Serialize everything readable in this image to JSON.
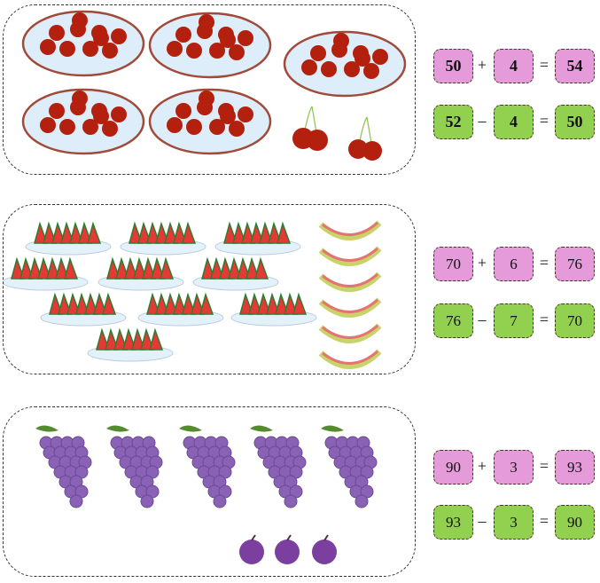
{
  "panels": [
    {
      "fruit": "cherry",
      "plates": 5,
      "extra": 2
    },
    {
      "fruit": "watermelon",
      "plates": 10,
      "extra": 6
    },
    {
      "fruit": "grape",
      "bunches": 5,
      "extra": 3
    }
  ],
  "equations": [
    {
      "a": "50",
      "op": "+",
      "b": "4",
      "eq": "=",
      "r": "54"
    },
    {
      "a": "52",
      "op": "–",
      "b": "4",
      "eq": "=",
      "r": "50"
    },
    {
      "a": "70",
      "op": "+",
      "b": "6",
      "eq": "=",
      "r": "76"
    },
    {
      "a": "76",
      "op": "–",
      "b": "7",
      "eq": "=",
      "r": "70"
    },
    {
      "a": "90",
      "op": "+",
      "b": "3",
      "eq": "=",
      "r": "93"
    },
    {
      "a": "93",
      "op": "–",
      "b": "3",
      "eq": "=",
      "r": "90"
    }
  ],
  "colors": {
    "pink": "#e59ad9",
    "green": "#92d050"
  }
}
